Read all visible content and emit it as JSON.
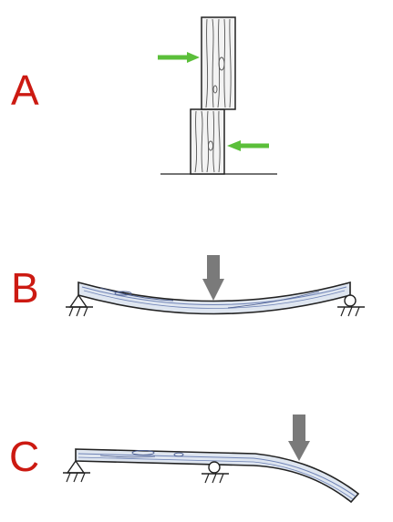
{
  "panels": [
    {
      "id": "A",
      "label": "A"
    },
    {
      "id": "B",
      "label": "B"
    },
    {
      "id": "C",
      "label": "C"
    }
  ],
  "colors": {
    "label": "#cc1a12",
    "shear_arrow": "#5bbf3a",
    "load_arrow": "#7a7a7a",
    "wood_fill": "#dfe6f0",
    "wood_grain": "#6f83b6",
    "outline": "#222222"
  }
}
